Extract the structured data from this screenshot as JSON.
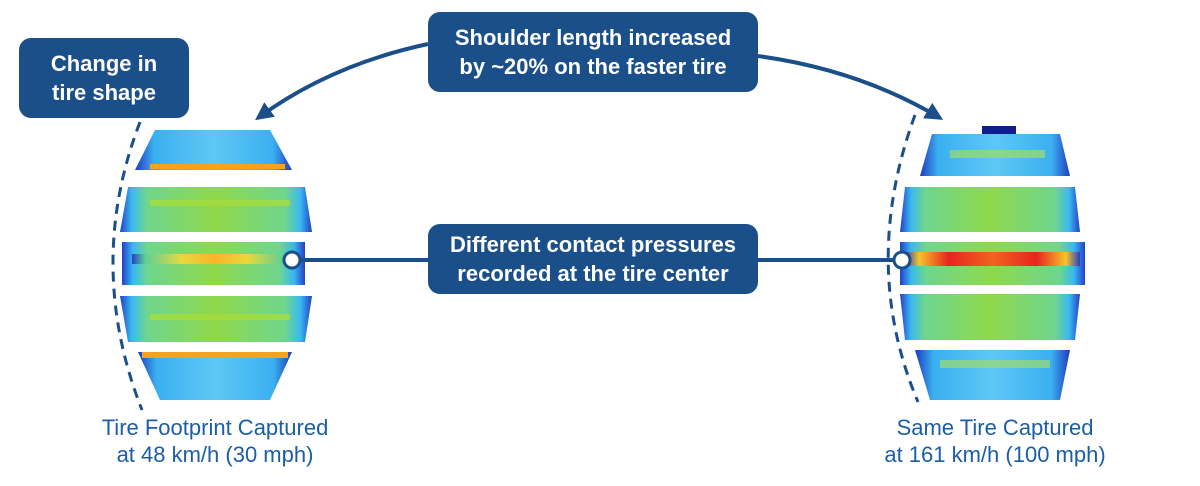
{
  "callouts": {
    "shape": [
      "Change in",
      "tire shape"
    ],
    "shoulder": [
      "Shoulder length increased",
      "by ~20% on the faster tire"
    ],
    "pressure": [
      "Different contact pressures",
      "recorded at the tire center"
    ]
  },
  "captions": {
    "left": [
      "Tire Footprint Captured",
      "at 48 km/h (30 mph)"
    ],
    "right": [
      "Same Tire Captured",
      "at 161 km/h (100 mph)"
    ]
  },
  "colors": {
    "callout_bg": "#1b4f8a",
    "caption_text": "#1b5ea8",
    "pressure_low": "#3ab0f0",
    "pressure_mid": "#7ed957",
    "pressure_high": "#f7a21b",
    "pressure_max": "#e8231f",
    "edge": "#0f3aa0"
  }
}
